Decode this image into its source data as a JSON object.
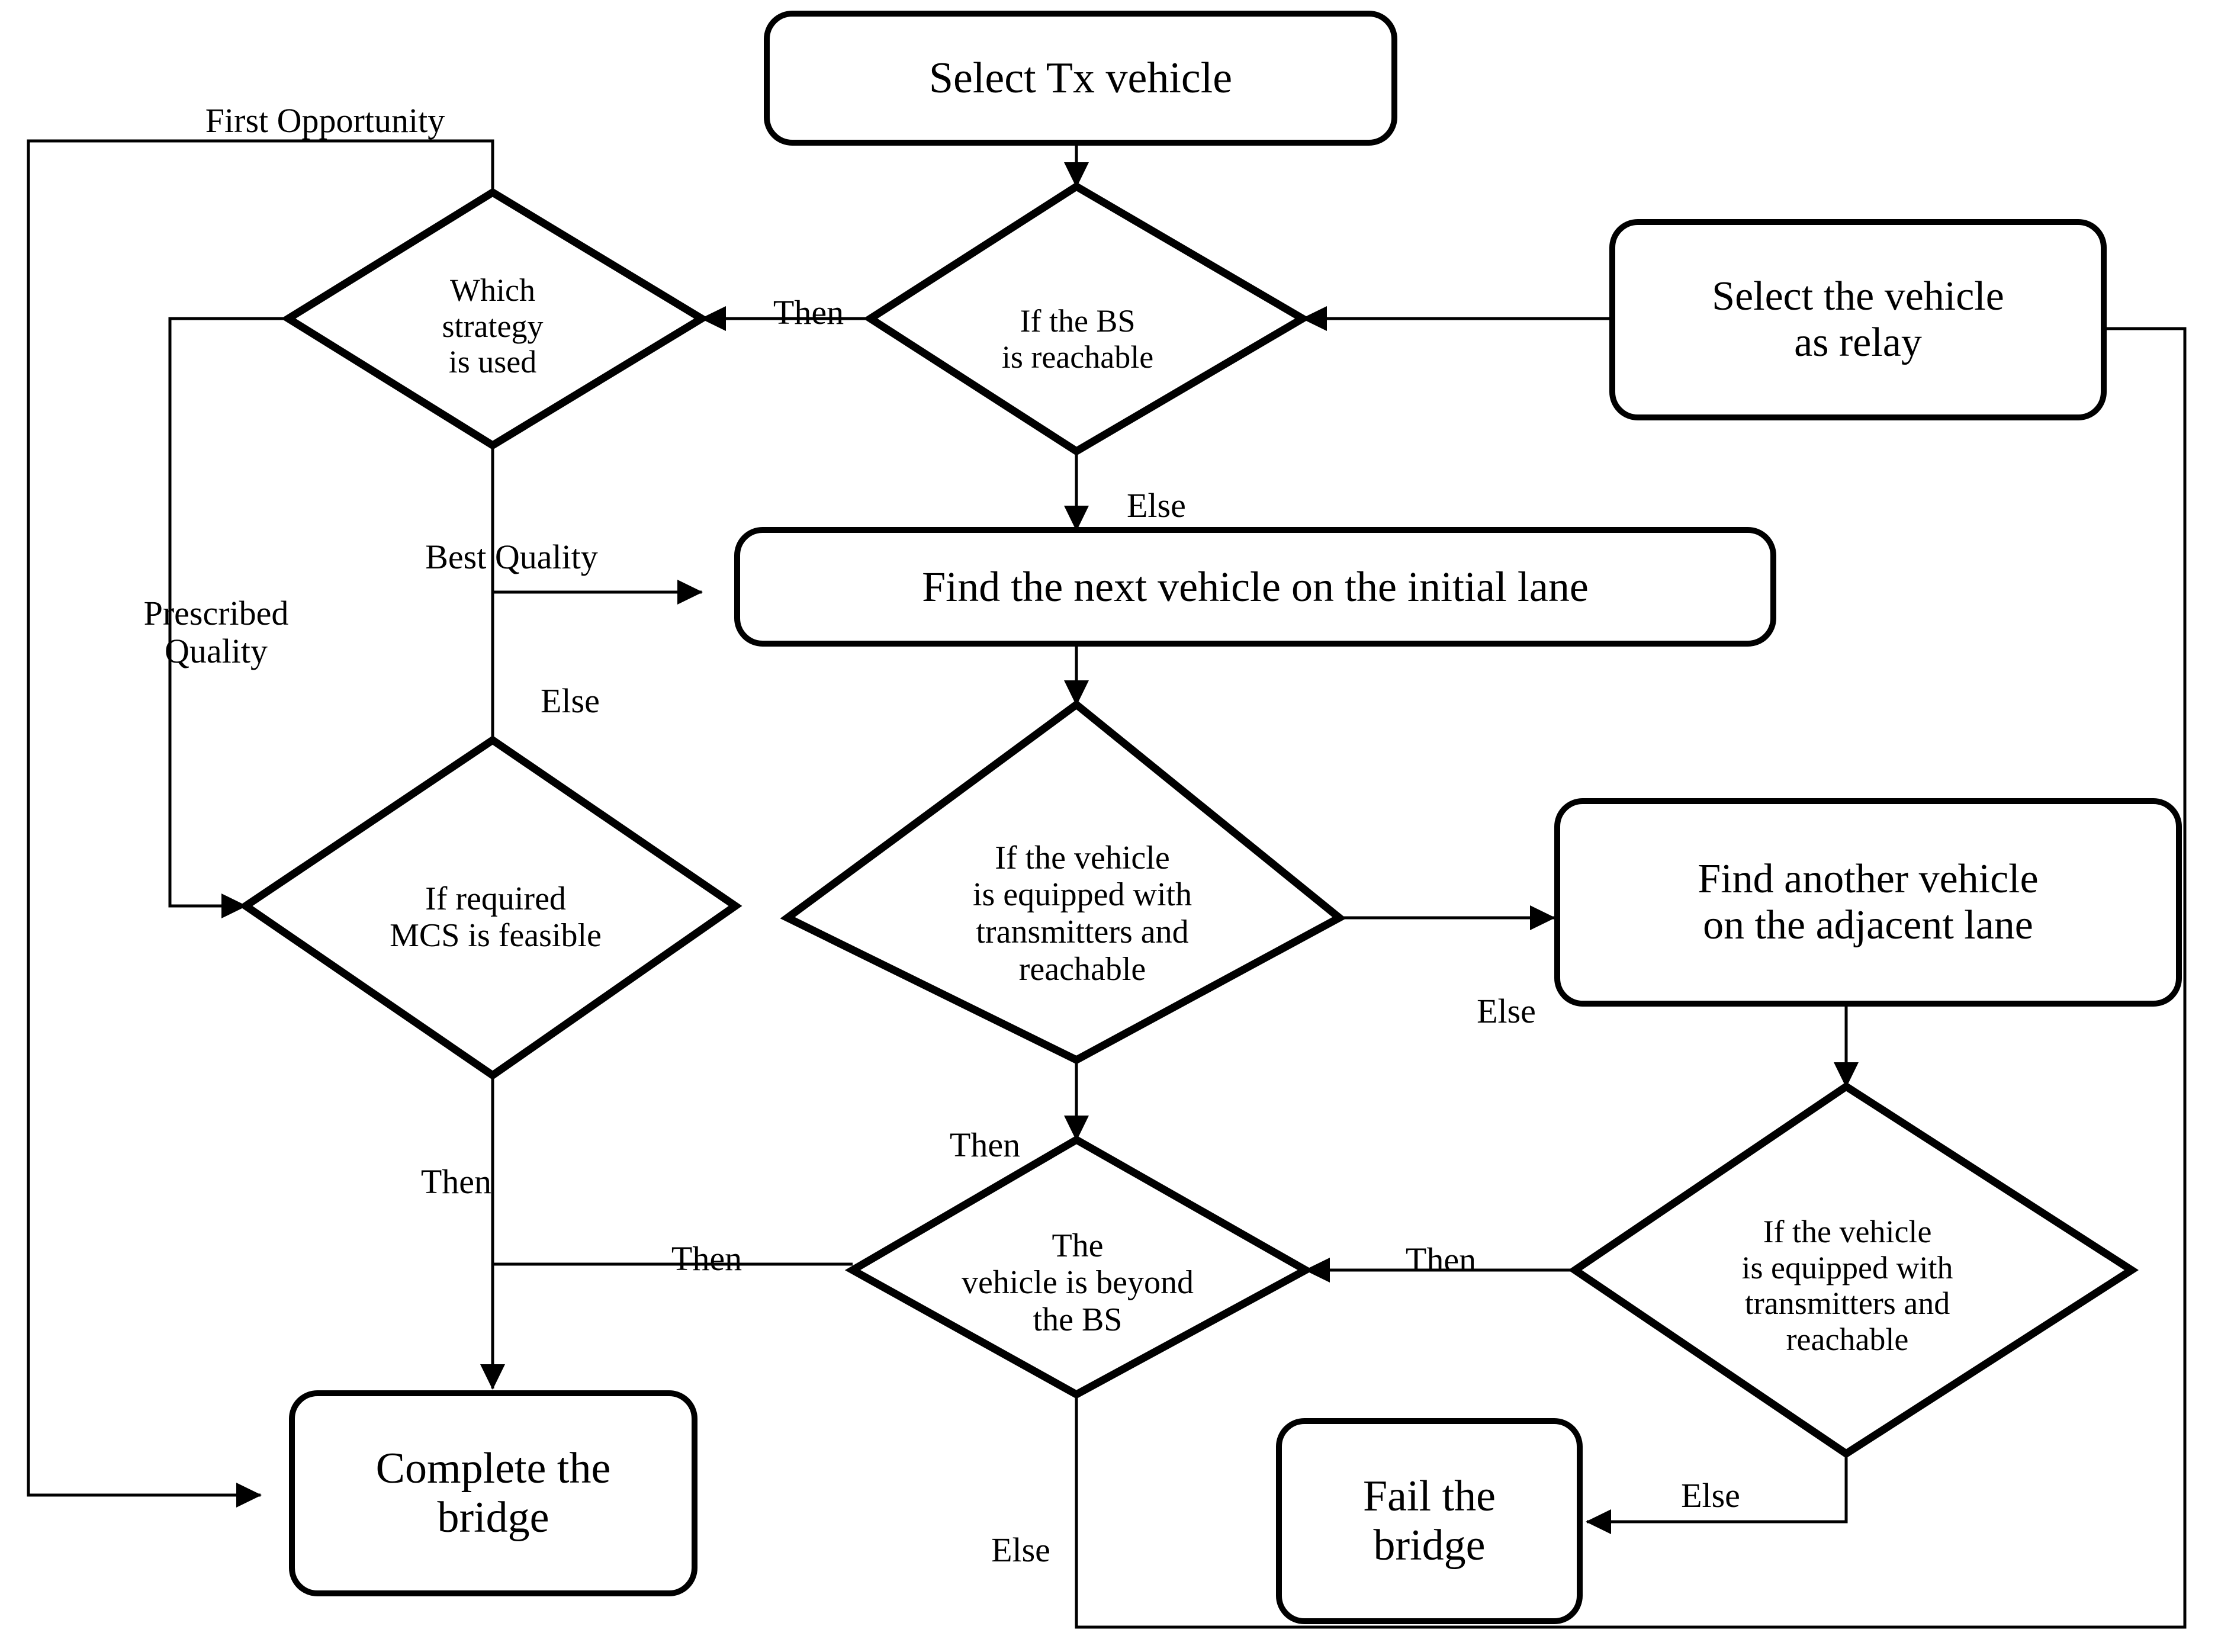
{
  "diagram": {
    "type": "flowchart",
    "title": "Relay bridge selection flowchart",
    "nodes": {
      "select_tx": {
        "label": "Select Tx vehicle",
        "shape": "rounded-rectangle"
      },
      "which_strategy": {
        "label": "Which\nstrategy\nis used",
        "shape": "diamond"
      },
      "bs_reachable": {
        "label": "If the BS\nis reachable",
        "shape": "diamond"
      },
      "select_relay": {
        "label": "Select the vehicle\nas relay",
        "shape": "rounded-rectangle"
      },
      "find_next": {
        "label": "Find the next vehicle on the initial lane",
        "shape": "rounded-rectangle"
      },
      "mcs_feasible": {
        "label": "If required\nMCS is  feasible",
        "shape": "diamond"
      },
      "veh_equipped_mid": {
        "label": "If the vehicle\nis equipped with\ntransmitters and\nreachable",
        "shape": "diamond"
      },
      "find_adjacent": {
        "label": "Find another vehicle\non the adjacent lane",
        "shape": "rounded-rectangle"
      },
      "veh_equipped_right": {
        "label": "If the vehicle\nis equipped with\ntransmitters and\nreachable",
        "shape": "diamond"
      },
      "beyond_bs": {
        "label": "The\nvehicle is beyond\nthe BS",
        "shape": "diamond"
      },
      "complete_bridge": {
        "label": "Complete the\nbridge",
        "shape": "rounded-rectangle"
      },
      "fail_bridge": {
        "label": "Fail the\nbridge",
        "shape": "rounded-rectangle"
      }
    },
    "edge_labels": {
      "first_opportunity": "First Opportunity",
      "then_bs_to_strategy": "Then",
      "else_bs_down": "Else",
      "best_quality": "Best Quality",
      "prescribed_quality": "Prescribed\nQuality",
      "else_strategy_down": "Else",
      "then_mcs_down": "Then",
      "then_mcs_to_beyond": "Then",
      "then_mid_down": "Then",
      "else_mid_right": "Else",
      "then_right_to_beyond": "Then",
      "else_right_to_fail": "Else",
      "else_beyond_down": "Else"
    },
    "colors": {
      "stroke": "#000000",
      "fill": "#ffffff",
      "text": "#000000"
    }
  }
}
